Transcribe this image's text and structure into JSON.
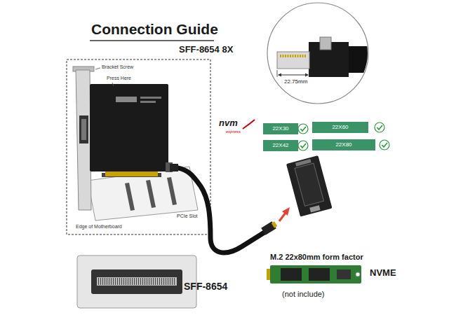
{
  "diagram": {
    "title": "Connection Guide",
    "nodes": [
      {
        "text": [
          "22X30"
        ]
      },
      {
        "text": [
          "22X42"
        ]
      },
      {
        "text": [
          "22X60"
        ]
      },
      {
        "text": [
          "22X80"
        ]
      }
    ],
    "labels": [
      "SFF-8654 8X",
      "Bracket Screw",
      "Press Here",
      "PCIe Slot",
      "Edge of Motherboard",
      "22.75mm",
      "nvm",
      "express",
      "SFF-8654",
      "M.2 22x80mm form factor",
      "NVME",
      "(not include)"
    ]
  }
}
